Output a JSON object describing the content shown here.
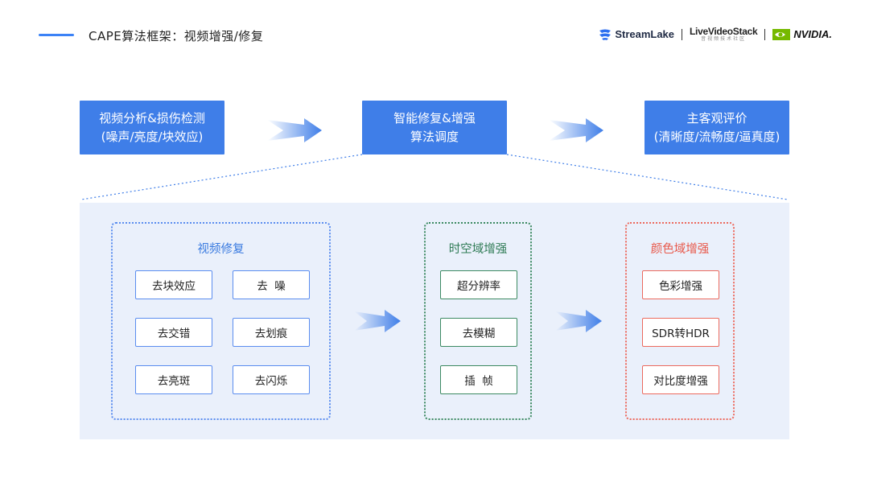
{
  "header": {
    "title": "CAPE算法框架：视频增强/修复",
    "logos": {
      "streamlake": "StreamLake",
      "livevideostack": "LiveVideoStack",
      "livevideostack_sub": "音视频技术社区",
      "nvidia": "NVIDIA."
    }
  },
  "flow": {
    "step1": {
      "line1": "视频分析&损伤检测",
      "line2": "(噪声/亮度/块效应)"
    },
    "step2": {
      "line1": "智能修复&增强",
      "line2": "算法调度"
    },
    "step3": {
      "line1": "主客观评价",
      "line2": "(清晰度/流畅度/逼真度)"
    }
  },
  "groups": {
    "restoration": {
      "title": "视频修复",
      "items": [
        "去块效应",
        "去  噪",
        "去交错",
        "去划痕",
        "去亮斑",
        "去闪烁"
      ]
    },
    "spatiotemporal": {
      "title": "时空域增强",
      "items": [
        "超分辨率",
        "去模糊",
        "插  帧"
      ]
    },
    "color": {
      "title": "颜色域增强",
      "items": [
        "色彩增强",
        "SDR转HDR",
        "对比度增强"
      ]
    }
  },
  "colors": {
    "top_box": "#3f7ee8",
    "panel_bg": "#eaf0fb",
    "blue": "#5b8def",
    "green": "#3c8a62",
    "red": "#ec6a5e"
  }
}
